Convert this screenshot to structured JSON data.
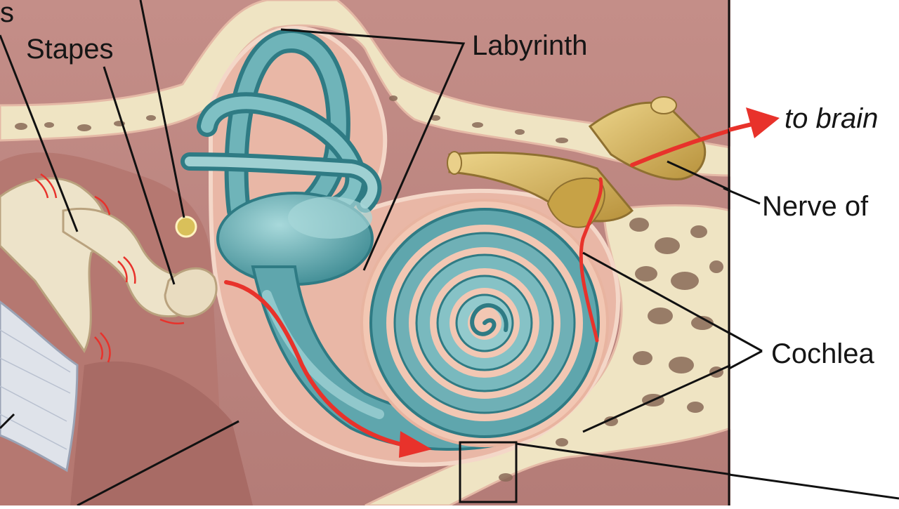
{
  "labels": {
    "partial_top_left": "s",
    "stapes": "Stapes",
    "labyrinth": "Labyrinth",
    "to_brain": "to brain",
    "nerve": "Nerve of",
    "cochlea": "Cochlea"
  },
  "colors": {
    "tissue": "#c99a93",
    "tissue_dark": "#a8706b",
    "bone": "#efe4c3",
    "bone_pore": "#8a6a58",
    "membrane": "#f2c7b3",
    "labyrinth_fluid": "#5fa6ad",
    "labyrinth_light": "#9fd0d2",
    "labyrinth_dark": "#2f7b84",
    "nerve": "#d4b45a",
    "arrow": "#e8322b",
    "line": "#111111",
    "eardrum": "#dfe3ea"
  }
}
